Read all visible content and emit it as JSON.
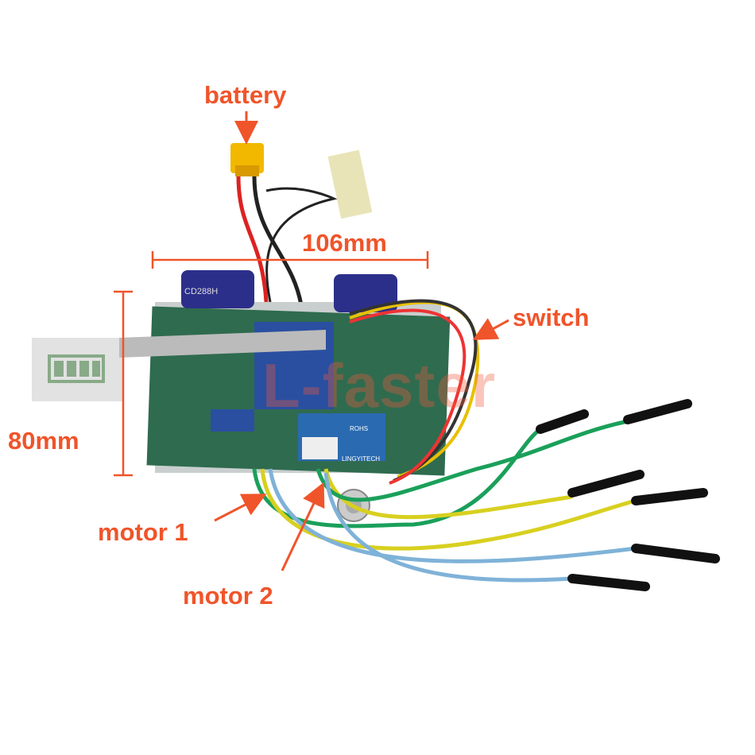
{
  "labels": {
    "battery": "battery",
    "width": "106mm",
    "switch": "switch",
    "height": "80mm",
    "motor1": "motor 1",
    "motor2": "motor 2"
  },
  "watermark": "L-faster",
  "board_text": {
    "capacitor": "CD288H",
    "brand": "LINGYITECH",
    "rohs": "ROHS"
  },
  "colors": {
    "annotation": "#f0542a",
    "board": "#2f6b4f",
    "green_wire": "#1aa05a",
    "yellow_wire": "#d8d020",
    "blue_wire": "#7fb2d8"
  }
}
